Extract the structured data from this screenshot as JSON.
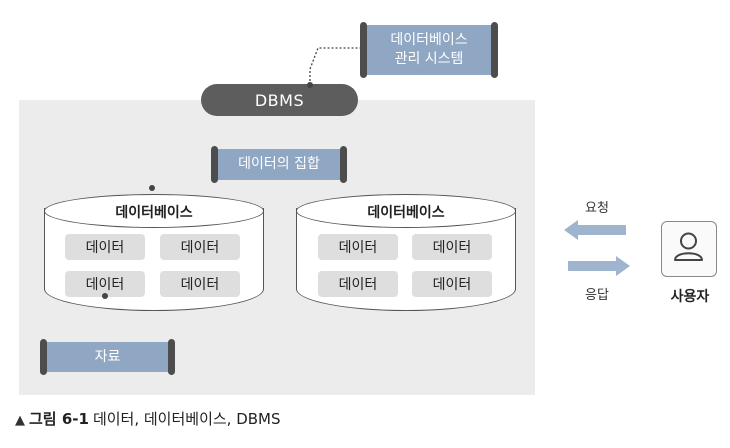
{
  "dbms_pill": "DBMS",
  "dbms_label_lines": [
    "데이터베이스",
    "관리 시스템"
  ],
  "data_set_label": "데이터의 집합",
  "data_item_label": "자료",
  "databases": [
    {
      "title": "데이터베이스",
      "cells": [
        "데이터",
        "데이터",
        "데이터",
        "데이터"
      ]
    },
    {
      "title": "데이터베이스",
      "cells": [
        "데이터",
        "데이터",
        "데이터",
        "데이터"
      ]
    }
  ],
  "arrows": {
    "request": "요청",
    "response": "응답"
  },
  "user": {
    "label": "사용자",
    "icon": "user-icon"
  },
  "caption": {
    "marker": "▲",
    "lead": "그림 6-1",
    "text": "데이터, 데이터베이스, DBMS"
  },
  "colors": {
    "scroll_fill": "#8fa7c3",
    "arrow_fill": "#9fb5cf",
    "pill": "#5d5d5d",
    "panel": "#ececec"
  }
}
